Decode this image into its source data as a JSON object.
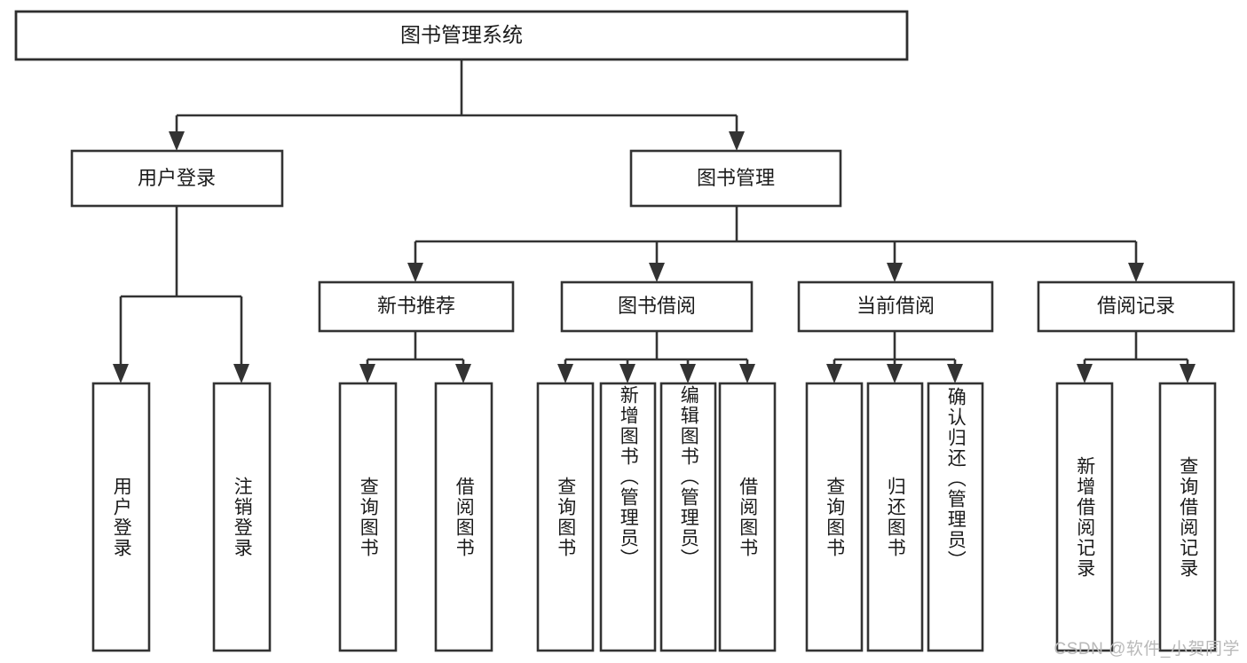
{
  "diagram": {
    "title": "图书管理系统",
    "type": "tree-hierarchy-chart",
    "colors": {
      "background": "#ffffff",
      "box_fill": "#ffffff",
      "box_stroke": "#333333",
      "text": "#1b1b1b",
      "watermark": "#b9b9b9"
    },
    "root": {
      "label": "图书管理系统"
    },
    "level1": [
      {
        "label": "用户登录"
      },
      {
        "label": "图书管理"
      }
    ],
    "level2": [
      {
        "label": "新书推荐"
      },
      {
        "label": "图书借阅"
      },
      {
        "label": "当前借阅"
      },
      {
        "label": "借阅记录"
      }
    ],
    "leaves": {
      "user_login": [
        {
          "label": "用户登录"
        },
        {
          "label": "注销登录"
        }
      ],
      "new_book_recommend": [
        {
          "label": "查询图书"
        },
        {
          "label": "借阅图书"
        }
      ],
      "book_borrow": [
        {
          "label": "查询图书"
        },
        {
          "label": "新增图书（管理员）"
        },
        {
          "label": "编辑图书（管理员）"
        },
        {
          "label": "借阅图书"
        }
      ],
      "current_borrow": [
        {
          "label": "查询图书"
        },
        {
          "label": "归还图书"
        },
        {
          "label": "确认归还（管理员）"
        }
      ],
      "borrow_record": [
        {
          "label": "新增借阅记录"
        },
        {
          "label": "查询借阅记录"
        }
      ]
    },
    "watermark": "CSDN @软件_小贺同学"
  }
}
